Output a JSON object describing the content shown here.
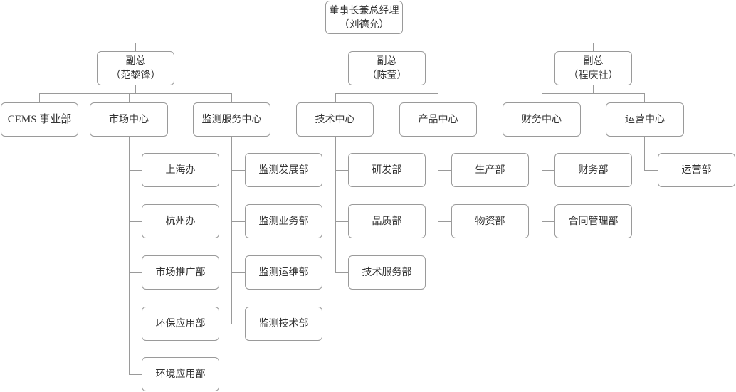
{
  "chairman": {
    "title": "董事长兼总经理",
    "name": "（刘德允）"
  },
  "vps": [
    {
      "title": "副总",
      "name": "（范黎锋）"
    },
    {
      "title": "副总",
      "name": "（陈莹）"
    },
    {
      "title": "副总",
      "name": "（程庆社）"
    }
  ],
  "centers": [
    {
      "label": "CEMS 事业部",
      "departments": []
    },
    {
      "label": "市场中心",
      "departments": [
        "上海办",
        "杭州办",
        "市场推广部",
        "环保应用部",
        "环境应用部"
      ]
    },
    {
      "label": "监测服务中心",
      "departments": [
        "监测发展部",
        "监测业务部",
        "监测运维部",
        "监测技术部"
      ]
    },
    {
      "label": "技术中心",
      "departments": [
        "研发部",
        "品质部",
        "技术服务部"
      ]
    },
    {
      "label": "产品中心",
      "departments": [
        "生产部",
        "物资部"
      ]
    },
    {
      "label": "财务中心",
      "departments": [
        "财务部",
        "合同管理部"
      ]
    },
    {
      "label": "运营中心",
      "departments": [
        "运营部"
      ]
    }
  ]
}
